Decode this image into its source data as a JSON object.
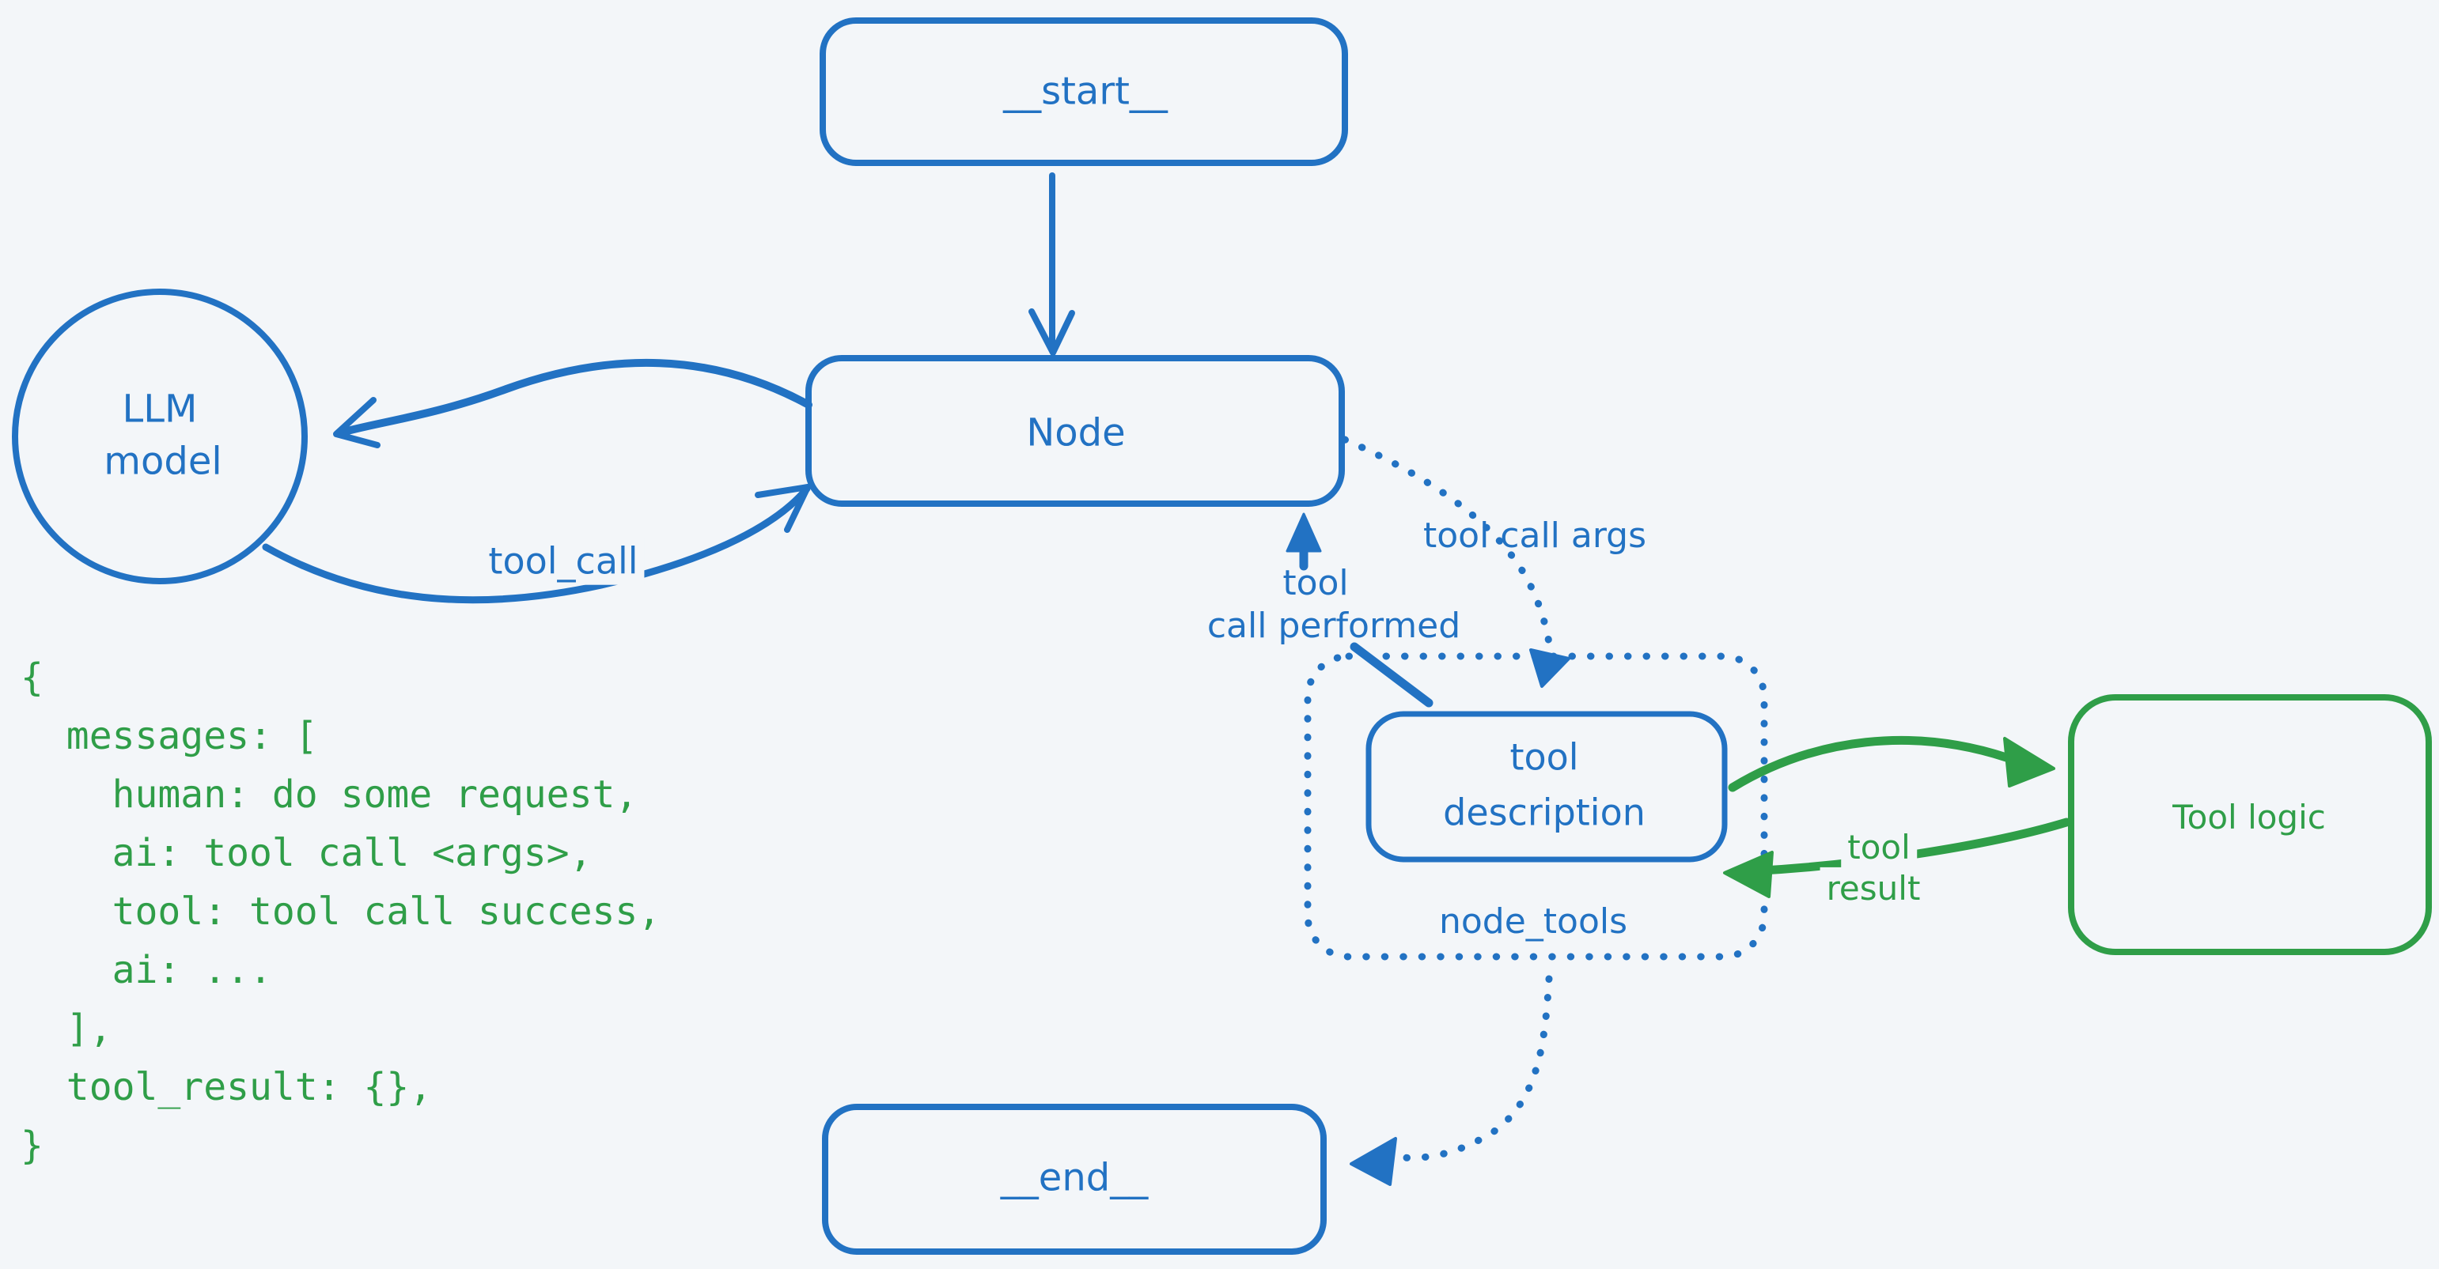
{
  "colors": {
    "background": "#f3f6f9",
    "blue": "#2272c3",
    "green": "#2f9e48"
  },
  "nodes": {
    "start": {
      "label": "__start__"
    },
    "node": {
      "label": "Node"
    },
    "llm": {
      "label_line1": "LLM",
      "label_line2": "model"
    },
    "tool_description": {
      "label_line1": "tool",
      "label_line2": "description"
    },
    "node_tools": {
      "label": "node_tools"
    },
    "tool_logic": {
      "label": "Tool logic"
    },
    "end": {
      "label": "__end__"
    }
  },
  "edge_labels": {
    "tool_call": {
      "label": "tool_call"
    },
    "tool_call_args": {
      "label": "tool call args"
    },
    "tool_call_performed": {
      "label_line1": "tool",
      "label_line2": "call performed"
    },
    "tool_result": {
      "label_line1": "tool",
      "label_line2": "result"
    }
  },
  "code": {
    "text": "{\n  messages: [\n    human: do some request,\n    ai: tool call <args>,\n    tool: tool call success,\n    ai: ...\n  ],\n  tool_result: {},\n}"
  }
}
